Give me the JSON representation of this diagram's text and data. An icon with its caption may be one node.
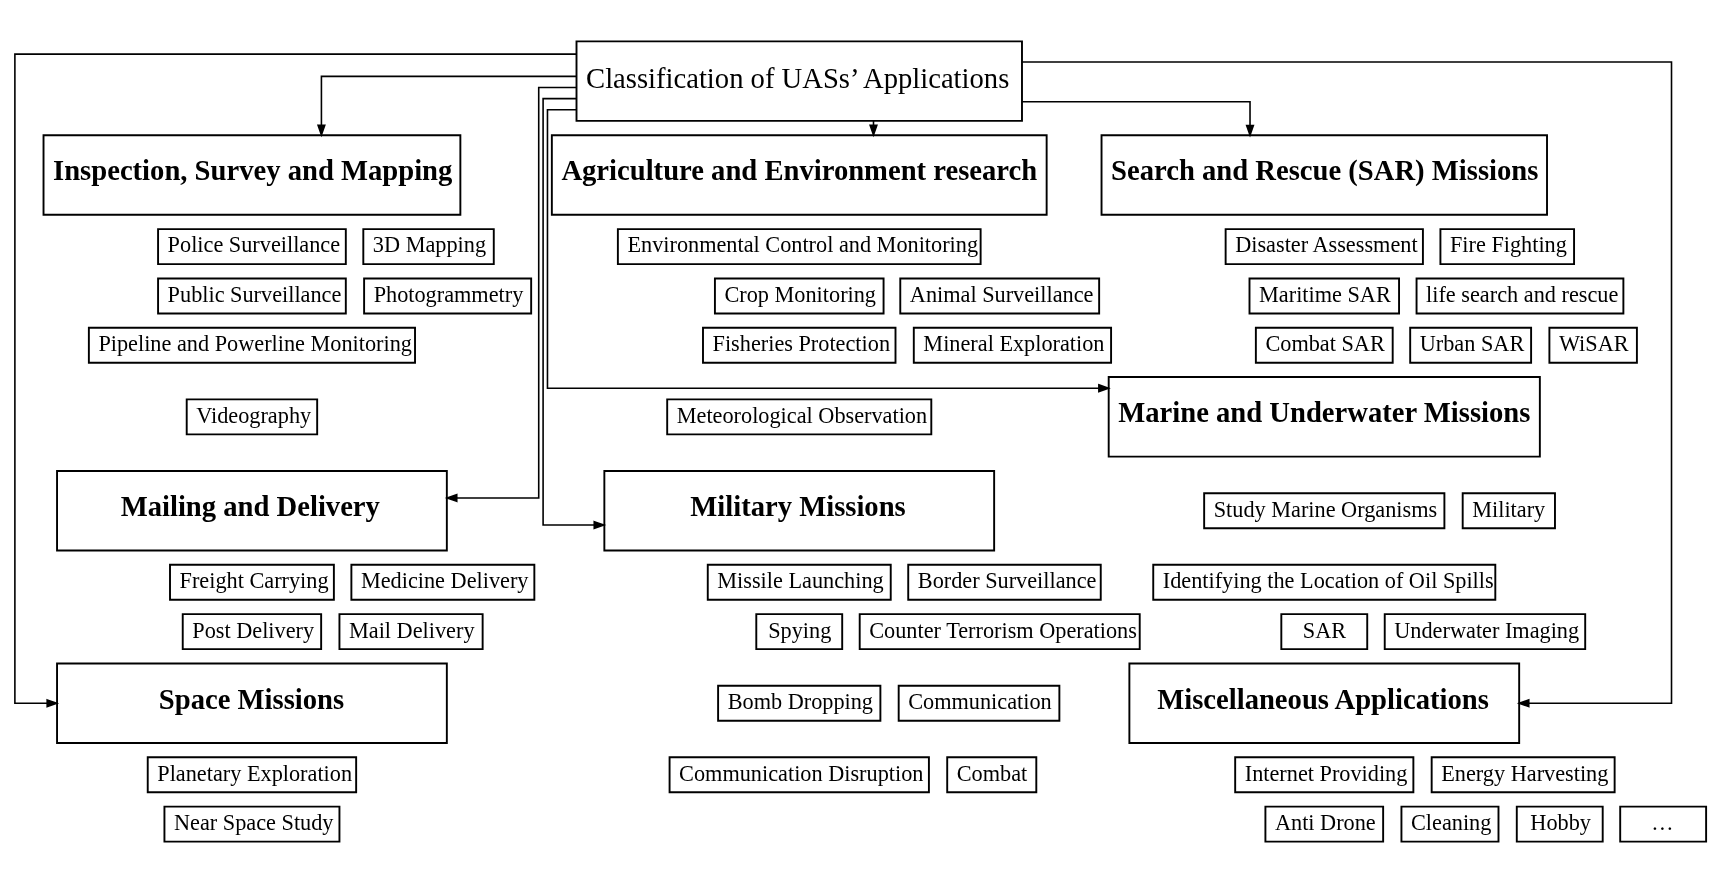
{
  "diagram": {
    "nodes": [
      {
        "text": [
          "Classification of UASs’ Applications"
        ]
      },
      {
        "text": [
          "Inspection, Survey and Mapping"
        ]
      },
      {
        "text": [
          "Police Surveillance"
        ]
      },
      {
        "text": [
          "3D Mapping"
        ]
      },
      {
        "text": [
          "Public Surveillance"
        ]
      },
      {
        "text": [
          "Photogrammetry"
        ]
      },
      {
        "text": [
          "Pipeline and Powerline Monitoring"
        ]
      },
      {
        "text": [
          "Videography"
        ]
      },
      {
        "text": [
          "Mailing and Delivery"
        ]
      },
      {
        "text": [
          "Freight Carrying"
        ]
      },
      {
        "text": [
          "Medicine Delivery"
        ]
      },
      {
        "text": [
          "Post Delivery"
        ]
      },
      {
        "text": [
          "Mail Delivery"
        ]
      },
      {
        "text": [
          "Space Missions"
        ]
      },
      {
        "text": [
          "Planetary Exploration"
        ]
      },
      {
        "text": [
          "Near Space Study"
        ]
      },
      {
        "text": [
          "Agriculture and Environment research"
        ]
      },
      {
        "text": [
          "Environmental Control and Monitoring"
        ]
      },
      {
        "text": [
          "Crop Monitoring"
        ]
      },
      {
        "text": [
          "Animal Surveillance"
        ]
      },
      {
        "text": [
          "Fisheries Protection"
        ]
      },
      {
        "text": [
          "Mineral Exploration"
        ]
      },
      {
        "text": [
          "Meteorological Observation"
        ]
      },
      {
        "text": [
          "Military Missions"
        ]
      },
      {
        "text": [
          "Missile Launching"
        ]
      },
      {
        "text": [
          "Border Surveillance"
        ]
      },
      {
        "text": [
          "Spying"
        ]
      },
      {
        "text": [
          "Counter Terrorism Operations"
        ]
      },
      {
        "text": [
          "Bomb Dropping"
        ]
      },
      {
        "text": [
          "Communication"
        ]
      },
      {
        "text": [
          "Communication Disruption"
        ]
      },
      {
        "text": [
          "Combat"
        ]
      },
      {
        "text": [
          "Search and Rescue (SAR) Missions"
        ]
      },
      {
        "text": [
          "Disaster Assessment"
        ]
      },
      {
        "text": [
          "Fire Fighting"
        ]
      },
      {
        "text": [
          "Maritime SAR"
        ]
      },
      {
        "text": [
          "life search and rescue"
        ]
      },
      {
        "text": [
          "Combat SAR"
        ]
      },
      {
        "text": [
          "Urban SAR"
        ]
      },
      {
        "text": [
          "WiSAR"
        ]
      },
      {
        "text": [
          "Marine and Underwater Missions"
        ]
      },
      {
        "text": [
          "Study Marine Organisms"
        ]
      },
      {
        "text": [
          "Military"
        ]
      },
      {
        "text": [
          "Identifying the Location of Oil Spills"
        ]
      },
      {
        "text": [
          "SAR"
        ]
      },
      {
        "text": [
          "Underwater Imaging"
        ]
      },
      {
        "text": [
          "Miscellaneous Applications"
        ]
      },
      {
        "text": [
          "Internet Providing"
        ]
      },
      {
        "text": [
          "Energy Harvesting"
        ]
      },
      {
        "text": [
          "Anti Drone"
        ]
      },
      {
        "text": [
          "Cleaning"
        ]
      },
      {
        "text": [
          "Hobby"
        ]
      },
      {
        "text": [
          "…"
        ]
      }
    ],
    "edges": [
      {
        "from": 0,
        "to": 1,
        "arrow": "to"
      },
      {
        "from": 0,
        "to": 8,
        "arrow": "to"
      },
      {
        "from": 0,
        "to": 13,
        "arrow": "to"
      },
      {
        "from": 0,
        "to": 16,
        "arrow": "to"
      },
      {
        "from": 0,
        "to": 23,
        "arrow": "to"
      },
      {
        "from": 0,
        "to": 32,
        "arrow": "to"
      },
      {
        "from": 0,
        "to": 40,
        "arrow": "to"
      },
      {
        "from": 0,
        "to": 46,
        "arrow": "to"
      }
    ]
  }
}
